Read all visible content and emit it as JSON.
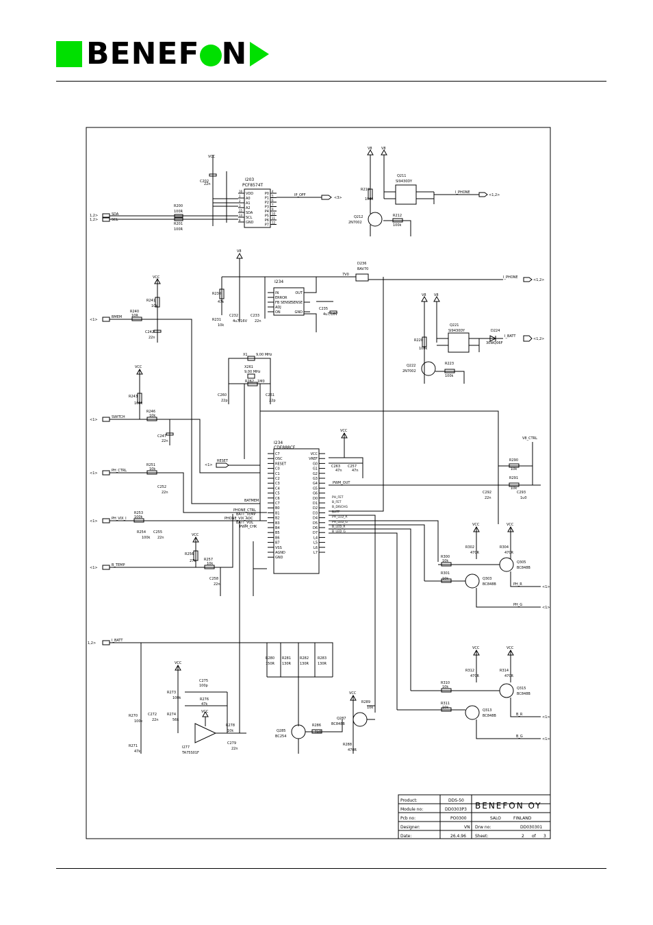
{
  "header": {
    "logo_left": "BENEF",
    "logo_right": "N",
    "brand_color": "#00e000"
  },
  "schematic": {
    "components": {
      "i203": "I203",
      "i203_part": "PCF8574T",
      "i234a": "I234",
      "i234b": "I234",
      "i234b_part": "CDF888CF",
      "c202": "C202",
      "c202_v": "22n",
      "r200": "R200",
      "r200_v": "100R",
      "r201": "R201",
      "r201_v": "100R",
      "r210": "R210",
      "r210_v": "100k",
      "q211": "Q211",
      "q211_part": "SI9430DY",
      "q212": "Q212",
      "q212_part": "2N7002",
      "r212": "R212",
      "r212_v": "100k",
      "d236": "D236",
      "d236_part": "BAV70",
      "r241": "R241",
      "r241_v": "10k",
      "r240": "R240",
      "r240_v": "10R",
      "c242": "C242",
      "c242_v": "22n",
      "r230": "R230",
      "r230_v": "47k",
      "r231": "R231",
      "r231_v": "10k",
      "c232": "C232",
      "c232_v": "4u7/16V",
      "c233": "C233",
      "c233_v": "22n",
      "c235": "C235",
      "c235_v": "4u7/16V",
      "q221": "Q221",
      "q221_part": "SI9430DY",
      "d224": "D224",
      "d224_part": "30WQ06F",
      "r220": "R220",
      "r220_v": "100k",
      "q222": "Q222",
      "q222_part": "2N7002",
      "r223": "R223",
      "r223_v": "100k",
      "x1": "X1",
      "x1_v": "9,00 MHz",
      "x261": "X261",
      "x261_v": "9,00 MHz",
      "r262": "R262",
      "r262_v": "1M0",
      "c260": "C260",
      "c260_v": "22p",
      "c261": "C261",
      "c261_v": "22p",
      "r243": "R243",
      "r243_v": "100k",
      "r246": "R246",
      "r246_v": "10k",
      "c247": "C247",
      "c247_v": "22n",
      "r251": "R251",
      "r251_v": "10k",
      "c252": "C252",
      "c252_v": "22n",
      "r253": "R253",
      "r253_v": "100k",
      "r254": "R254",
      "r254_v": "100k",
      "c255": "C255",
      "c255_v": "22n",
      "r256": "R256",
      "r256_v": "27k",
      "r257": "R257",
      "r257_v": "10k",
      "c258": "C258",
      "c258_v": "22n",
      "c263": "C263",
      "c263_v": "47n",
      "c257": "C257",
      "c257_v": "47n",
      "r290": "R290",
      "r290_v": "10k",
      "r291": "R291",
      "r291_v": "10k",
      "c292": "C292",
      "c292_v": "22n",
      "c293": "C293",
      "c293_v": "1u0",
      "r300": "R300",
      "r300_v": "10k",
      "r301": "R301",
      "r301_v": "10k",
      "r302": "R302",
      "r302_v": "470R",
      "r304": "R304",
      "r304_v": "470R",
      "q303": "Q303",
      "q303_part": "BC848B",
      "q305": "Q305",
      "q305_part": "BC848B",
      "r280": "R280",
      "r280_v": "150R",
      "r281": "R281",
      "r281_v": "130R",
      "r282": "R282",
      "r282_v": "130R",
      "r283": "R283",
      "r283_v": "130R",
      "c275": "C275",
      "c275_v": "100p",
      "r276": "R276",
      "r276_v": "47k",
      "r273": "R273",
      "r273_v": "100k",
      "r274": "R274",
      "r274_v": "56k",
      "c272": "C272",
      "c272_v": "22n",
      "r270": "R270",
      "r270_v": "100k",
      "r271": "R271",
      "r271_v": "47k",
      "i277": "I277",
      "i277_part": "TA75S01F",
      "r278": "R278",
      "r278_v": "10k",
      "c279": "C279",
      "c279_v": "22n",
      "r289": "R289",
      "r289_v": "10k",
      "q287": "Q287",
      "q287_part": "BC848B",
      "r288": "R288",
      "r288_v": "470R",
      "r286": "R286",
      "r286_v": "1k0",
      "q285": "Q285",
      "q285_part": "BC254",
      "r310": "R310",
      "r310_v": "10k",
      "r311": "R311",
      "r311_v": "10k",
      "r312": "R312",
      "r312_v": "470R",
      "r314": "R314",
      "r314_v": "470R",
      "q313": "Q313",
      "q313_part": "BC848B",
      "q315": "Q315",
      "q315_part": "BC848B"
    },
    "nets": {
      "vcc": "VCC",
      "v8": "V8",
      "7v0": "7V0",
      "sda": "SDA",
      "scl": "SCL",
      "ip_off": "IP_OFF",
      "ref3": "<3>",
      "i_phone": "I_PHONE",
      "ref12": "<1,2>",
      "i_batt": "I_BATT",
      "bmem": "BMEM",
      "switch": "SWITCH",
      "reset": "RESET",
      "ph_ctrl": "PH_CTRL",
      "ph_vix_i": "PH_VIX_I",
      "b_temp": "B_TEMP",
      "v8_ctrl": "V8_CTRL",
      "pwm_out": "PWM_OUT",
      "ph_r": "PH_R",
      "ph_g": "PH_G",
      "b_r": "B_R",
      "b_g": "B_G",
      "batmem": "BATMEM",
      "phone_ctrl": "PHONE_CTRL",
      "batt_temp": "BATT_TEMP",
      "phone_vix_adc": "PHONE_VIX_ADC",
      "batt_vol": "BATT_VOL",
      "pwm_chk": "PWM_CHK",
      "ref1": "<1>",
      "ref12b": "1,2>"
    },
    "pins": {
      "i203_left": [
        "VDD",
        "A0",
        "A1",
        "A2",
        "SDA",
        "SCL",
        "GND"
      ],
      "i203_left_nums": [
        "16",
        "1",
        "2",
        "3",
        "15",
        "14",
        "8"
      ],
      "i203_right": [
        "P0",
        "P1",
        "P2",
        "P3",
        "P4",
        "P5",
        "P6",
        "P7"
      ],
      "i203_right_nums": [
        "4",
        "5",
        "6",
        "7",
        "9",
        "10",
        "11",
        "12"
      ],
      "reg_left": [
        "IN",
        "ERROR",
        "FB SENSE",
        "ADJ",
        "ON"
      ],
      "reg_right": [
        "OUT",
        "SENSE",
        "GND"
      ],
      "mcu_top": [
        "C7",
        "OSC",
        "RESET"
      ],
      "mcu_c": [
        "C0",
        "C1",
        "C2",
        "C3",
        "C4",
        "C5",
        "C6",
        "C7"
      ],
      "mcu_b": [
        "B0",
        "B1",
        "B2",
        "B3",
        "B4",
        "B5",
        "B6",
        "B7"
      ],
      "mcu_bottom": [
        "VSS",
        "AGND",
        "GND"
      ],
      "mcu_right_top": [
        "VCC",
        "VREF"
      ],
      "mcu_g": [
        "G0",
        "G1",
        "G2",
        "G3",
        "G4",
        "G5",
        "G6"
      ],
      "mcu_d": [
        "D0",
        "D1",
        "D2",
        "D3",
        "D4",
        "D5",
        "D6",
        "D7"
      ],
      "mcu_l": [
        "L4",
        "L5",
        "L6",
        "L7"
      ],
      "mcu_d_nets": [
        "PH_FET",
        "B_FET",
        "B_DISCHG",
        "BATT",
        "PH_LED_R",
        "PH_LED_G",
        "B_LED_R",
        "B_LED_G"
      ]
    },
    "title_block": {
      "product_label": "Product:",
      "product": "DDS-50",
      "company": "BENEFON OY",
      "module_label": "Module no:",
      "module": "DD0303P3",
      "city": "SALO",
      "country": "FINLAND",
      "pcb_label": "Pcb no:",
      "pcb": "PO0300",
      "designer_label": "Designer:",
      "designer": "VN",
      "drw_label": "Drw no:",
      "drw": "DD030301",
      "date_label": "Date:",
      "date": "26.4.96",
      "sheet_label": "Sheet:",
      "sheet": "2",
      "of_label": "of",
      "sheets": "3"
    }
  }
}
